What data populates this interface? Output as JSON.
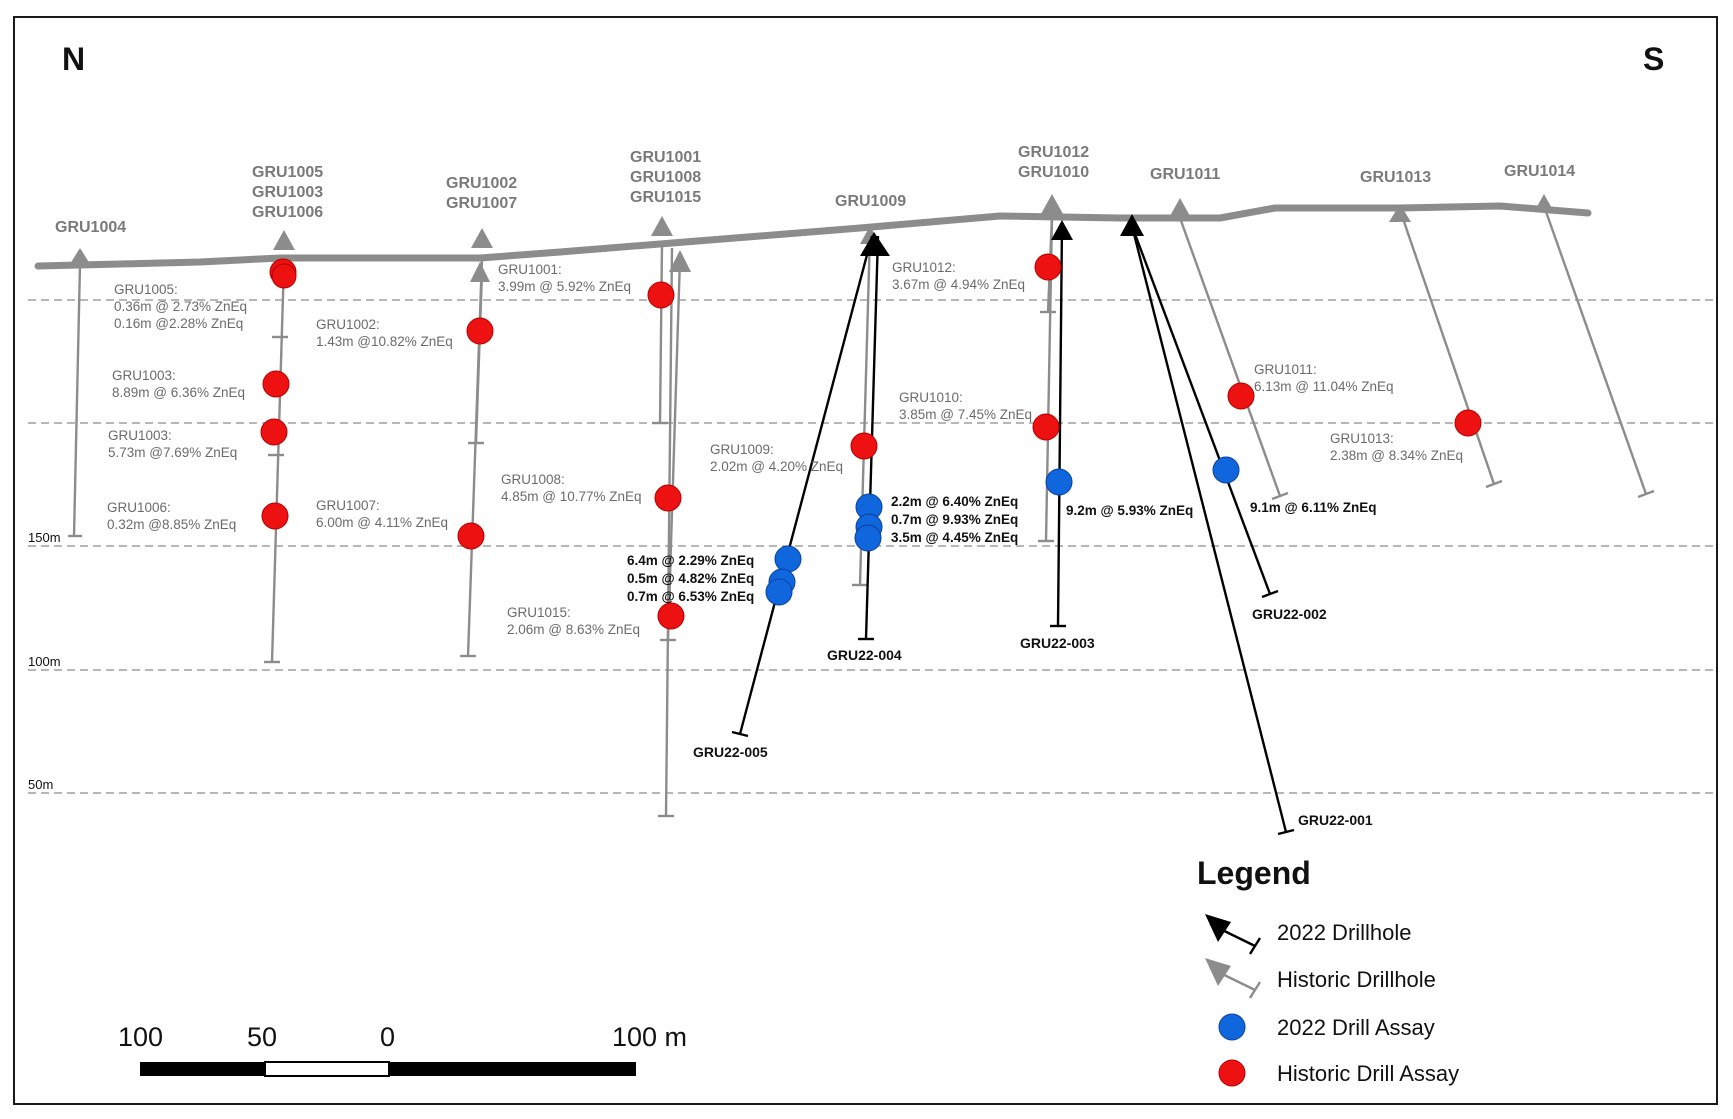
{
  "directions": {
    "north": "N",
    "south": "S"
  },
  "elevations": [
    "150m",
    "100m",
    "50m"
  ],
  "hole_labels": {
    "gru1004": [
      "GRU1004"
    ],
    "gru1005": [
      "GRU1005",
      "GRU1003",
      "GRU1006"
    ],
    "gru1002": [
      "GRU1002",
      "GRU1007"
    ],
    "gru1001": [
      "GRU1001",
      "GRU1008",
      "GRU1015"
    ],
    "gru1009": [
      "GRU1009"
    ],
    "gru1012": [
      "GRU1012",
      "GRU1010"
    ],
    "gru1011": [
      "GRU1011"
    ],
    "gru1013": [
      "GRU1013"
    ],
    "gru1014": [
      "GRU1014"
    ],
    "gru22_001": [
      "GRU22-001"
    ],
    "gru22_002": [
      "GRU22-002"
    ],
    "gru22_003": [
      "GRU22-003"
    ],
    "gru22_004": [
      "GRU22-004"
    ],
    "gru22_005": [
      "GRU22-005"
    ]
  },
  "historic_assays": {
    "gru1005": [
      "GRU1005:",
      "0.36m @ 2.73% ZnEq",
      "0.16m @2.28% ZnEq"
    ],
    "gru1003a": [
      "GRU1003:",
      "8.89m @ 6.36% ZnEq"
    ],
    "gru1003b": [
      "GRU1003:",
      "5.73m @7.69% ZnEq"
    ],
    "gru1006": [
      "GRU1006:",
      "0.32m @8.85% ZnEq"
    ],
    "gru1002": [
      "GRU1002:",
      "1.43m @10.82% ZnEq"
    ],
    "gru1007": [
      "GRU1007:",
      "6.00m @ 4.11% ZnEq"
    ],
    "gru1001": [
      "GRU1001:",
      "3.99m @ 5.92% ZnEq"
    ],
    "gru1008": [
      "GRU1008:",
      "4.85m @ 10.77% ZnEq"
    ],
    "gru1015": [
      "GRU1015:",
      "2.06m @ 8.63% ZnEq"
    ],
    "gru1009": [
      "GRU1009:",
      "2.02m @ 4.20% ZnEq"
    ],
    "gru1012": [
      "GRU1012:",
      "3.67m @ 4.94% ZnEq"
    ],
    "gru1010": [
      "GRU1010:",
      "3.85m @ 7.45% ZnEq"
    ],
    "gru1011": [
      "GRU1011:",
      "6.13m @ 11.04% ZnEq"
    ],
    "gru1013": [
      "GRU1013:",
      "2.38m @ 8.34% ZnEq"
    ]
  },
  "new_assays": {
    "gru22_005": [
      "6.4m @ 2.29% ZnEq",
      "0.5m @ 4.82% ZnEq",
      "0.7m @ 6.53% ZnEq"
    ],
    "gru22_004": [
      "2.2m @ 6.40% ZnEq",
      "0.7m @ 9.93% ZnEq",
      "3.5m @ 4.45% ZnEq"
    ],
    "gru22_003": [
      "9.2m @ 5.93% ZnEq"
    ],
    "gru22_002": [
      "9.1m @ 6.11% ZnEq"
    ]
  },
  "legend": {
    "title": "Legend",
    "items": [
      "2022 Drillhole",
      "Historic Drillhole",
      "2022 Drill Assay",
      "Historic Drill Assay"
    ]
  },
  "scale_bar": {
    "labels": [
      "100",
      "50",
      "0",
      "100 m"
    ]
  },
  "colors": {
    "historic": "#8c8c8c",
    "drillhole_2022": "#000000",
    "assay_2022": "#1066dd",
    "assay_historic": "#ee1111"
  }
}
